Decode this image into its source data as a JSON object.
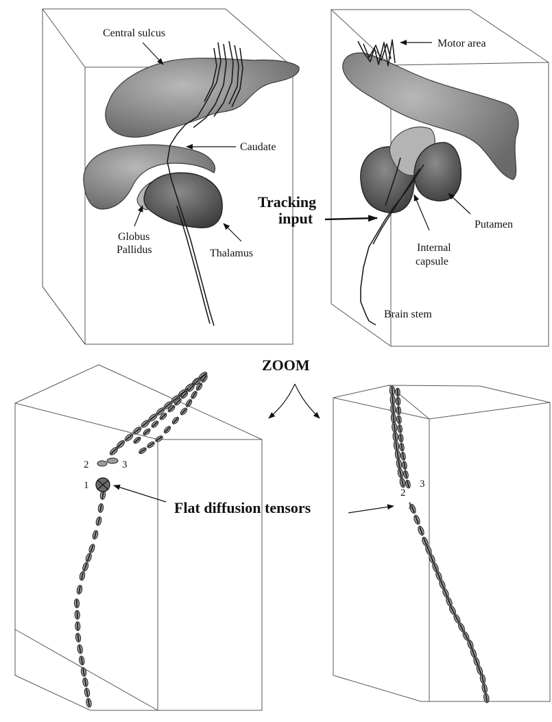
{
  "labels": {
    "central_sulcus": "Central sulcus",
    "caudate": "Caudate",
    "globus_pallidus_line1": "Globus",
    "globus_pallidus_line2": "Pallidus",
    "thalamus": "Thalamus",
    "motor_area": "Motor area",
    "tracking_input_line1": "Tracking",
    "tracking_input_line2": "input",
    "putamen": "Putamen",
    "internal_capsule_line1": "Internal",
    "internal_capsule_line2": "capsule",
    "brain_stem": "Brain stem",
    "zoom": "ZOOM",
    "flat_diffusion_tensors": "Flat diffusion tensors"
  },
  "tensor_numbers": {
    "left": [
      "1",
      "2",
      "3"
    ],
    "right": [
      "1",
      "2",
      "3"
    ]
  },
  "colors": {
    "structure_fill": "#8c8c8c",
    "fiber_stroke": "#1a1a1a",
    "box_stroke": "#555555"
  }
}
